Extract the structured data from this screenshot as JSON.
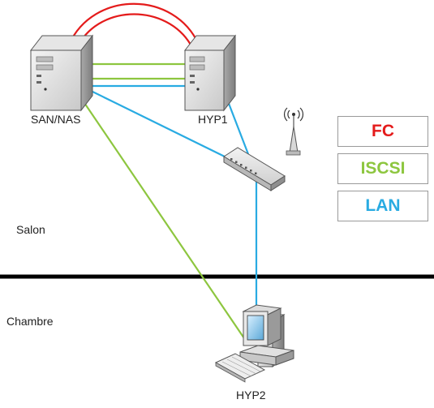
{
  "nodes": {
    "san": "SAN/NAS",
    "hyp1": "HYP1",
    "hyp2": "HYP2"
  },
  "zones": {
    "upper": "Salon",
    "lower": "Chambre"
  },
  "legend": [
    {
      "label": "FC",
      "color": "#e41b1b"
    },
    {
      "label": "ISCSI",
      "color": "#8dc63f"
    },
    {
      "label": "LAN",
      "color": "#29abe2"
    }
  ],
  "colors": {
    "fc": "#e41b1b",
    "iscsi": "#8dc63f",
    "lan": "#29abe2",
    "divider": "#000000"
  },
  "icons": [
    "server-icon",
    "server-icon",
    "network-switch-icon",
    "wifi-antenna-icon",
    "desktop-computer-icon"
  ]
}
